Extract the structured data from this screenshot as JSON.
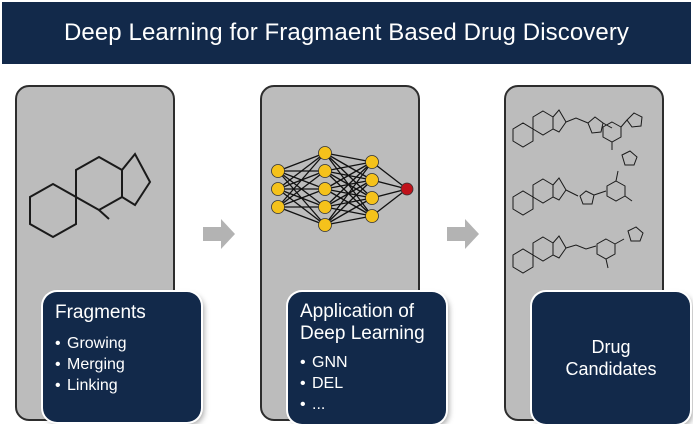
{
  "title": "Deep Learning for Fragmaent Based Drug Discovery",
  "colors": {
    "navy": "#12294a",
    "panel": "#bcbcbc",
    "node": "#f5c21b",
    "output_node": "#c0121b",
    "arrow": "#b3b3b3"
  },
  "panels": [
    {
      "card": {
        "title": "Fragments",
        "items": [
          "Growing",
          "Merging",
          "Linking"
        ]
      }
    },
    {
      "card": {
        "title": "Application of Deep Learning",
        "title_lines": [
          "Application of",
          "Deep Learning"
        ],
        "items": [
          "GNN",
          "DEL",
          "..."
        ]
      }
    },
    {
      "card": {
        "title": "Drug Candidates",
        "title_lines": [
          "Drug",
          "Candidates"
        ]
      }
    }
  ],
  "network": {
    "layers": [
      3,
      5,
      4,
      1
    ]
  }
}
